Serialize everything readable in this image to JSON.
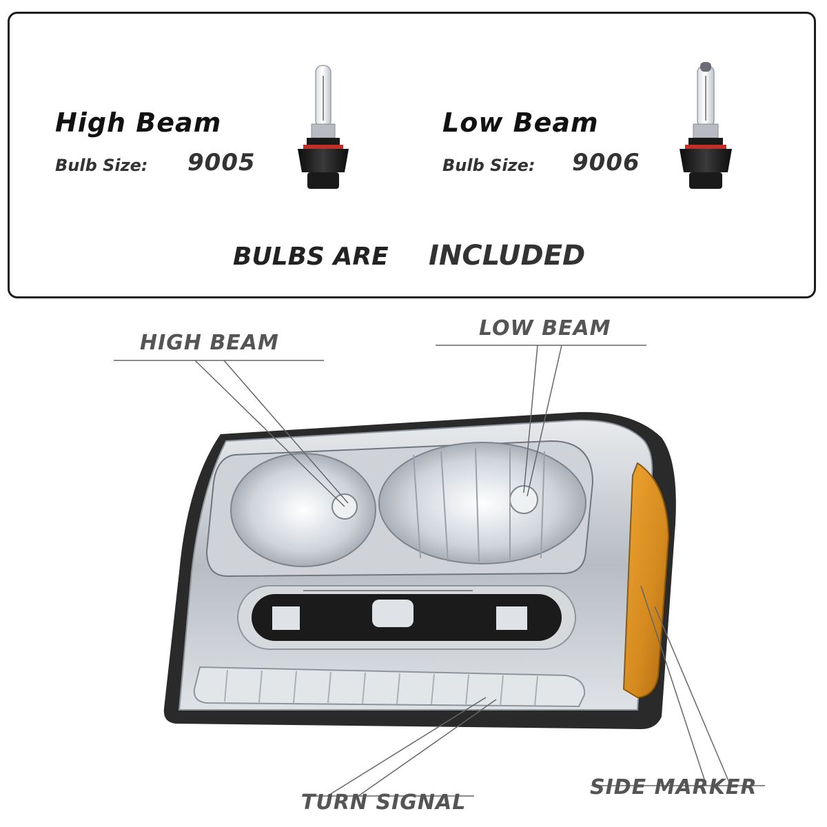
{
  "info_panel": {
    "high_beam": {
      "title": "High Beam",
      "bulb_label": "Bulb Size:",
      "bulb_size": "9005"
    },
    "low_beam": {
      "title": "Low Beam",
      "bulb_label": "Bulb Size:",
      "bulb_size": "9006"
    },
    "included": {
      "part1": "BULBS ARE",
      "part2": "INCLUDED"
    }
  },
  "callouts": {
    "high_beam": "HIGH BEAM",
    "low_beam": "LOW BEAM",
    "turn_signal": "TURN SIGNAL",
    "side_marker": "SIDE MARKER"
  },
  "colors": {
    "frame": "#1c1c1c",
    "callout_text": "#555555",
    "amber": "#d9881c",
    "chrome": "#c8ccd1",
    "housing": "#2a2a2a"
  }
}
